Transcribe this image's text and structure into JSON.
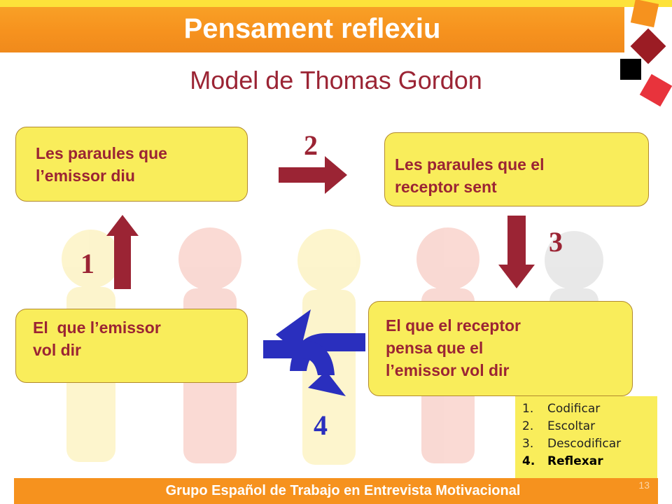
{
  "header": {
    "title": "Pensament reflexiu"
  },
  "subtitle": "Model de Thomas Gordon",
  "boxes": {
    "top_left": [
      "Les paraules que",
      "l’emissor diu"
    ],
    "top_right": [
      "Les paraules que el",
      "receptor sent"
    ],
    "bottom_left": [
      "El  que l’emissor",
      "vol dir"
    ],
    "bottom_right": [
      "El que el receptor",
      "pensa que el",
      "l’emissor vol dir"
    ]
  },
  "steps": {
    "s1": "1",
    "s2": "2",
    "s3": "3",
    "s4": "4"
  },
  "legend": {
    "items": [
      {
        "n": "1.",
        "label": "Codificar"
      },
      {
        "n": "2.",
        "label": "Escoltar"
      },
      {
        "n": "3.",
        "label": "Descodificar"
      },
      {
        "n": "4.",
        "label": "Reflexar"
      }
    ],
    "active_index": 3
  },
  "footer": {
    "text": "Grupo Español de Trabajo en Entrevista Motivacional",
    "page": "13"
  },
  "colors": {
    "accent": "#9b2434",
    "box_fill": "#f9ed5b",
    "header": "#f6921e",
    "blue_arrows": "#2a2fbe"
  }
}
